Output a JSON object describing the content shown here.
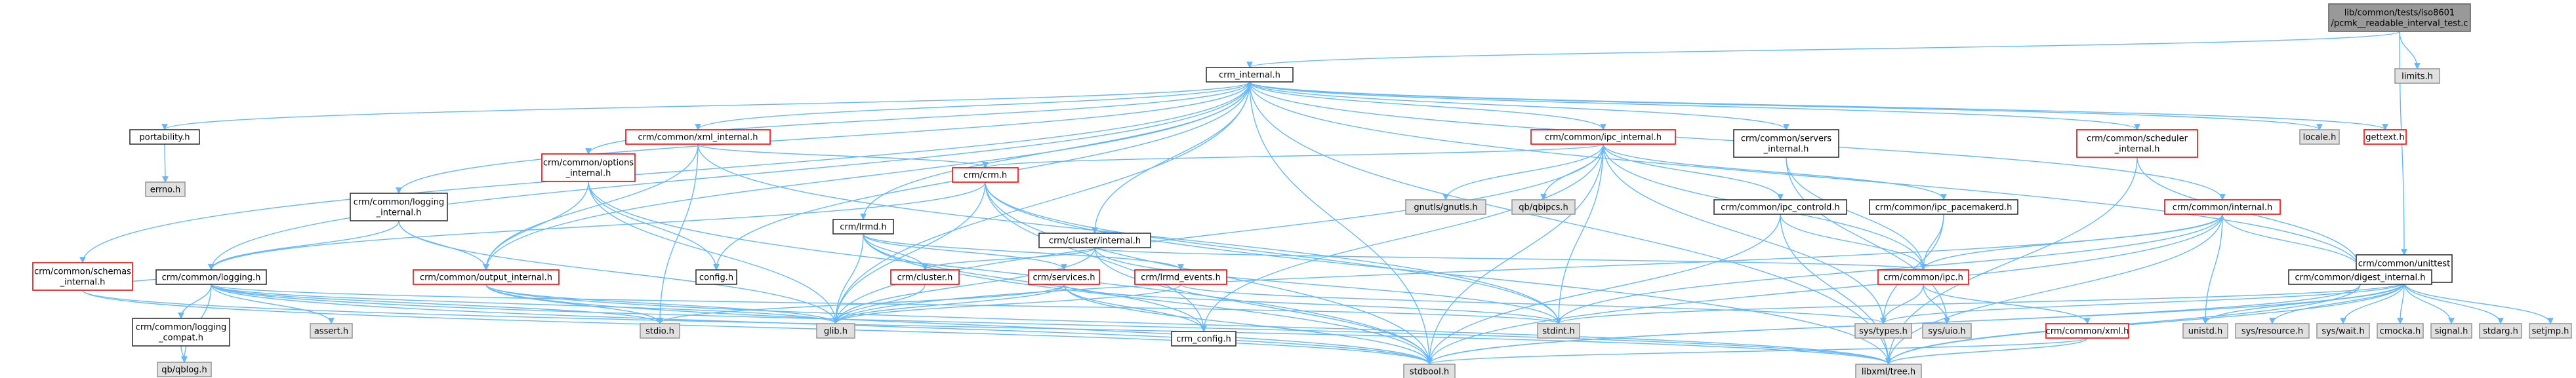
{
  "diagram_title": "",
  "colors": {
    "edge": "#63B8FF",
    "root_fill": "#999999",
    "plain_border": "#333333",
    "red_border": "#ff0000",
    "grey_fill": "#e0e0e0"
  },
  "nodes": [
    {
      "id": "root",
      "label": [
        "lib/common/tests/iso8601",
        "/pcmk__readable_interval_test.c"
      ],
      "kind": "root"
    },
    {
      "id": "limits",
      "label": [
        "limits.h"
      ],
      "kind": "grey"
    },
    {
      "id": "crm_internal",
      "label": [
        "crm_internal.h"
      ],
      "kind": "plain"
    },
    {
      "id": "unittest_internal",
      "label": [
        "crm/common/unittest",
        "_internal.h"
      ],
      "kind": "plain"
    },
    {
      "id": "portability",
      "label": [
        "portability.h"
      ],
      "kind": "plain"
    },
    {
      "id": "errno",
      "label": [
        "errno.h"
      ],
      "kind": "grey"
    },
    {
      "id": "xml_internal",
      "label": [
        "crm/common/xml_internal.h"
      ],
      "kind": "red"
    },
    {
      "id": "options_internal",
      "label": [
        "crm/common/options",
        "_internal.h"
      ],
      "kind": "red"
    },
    {
      "id": "logging_internal",
      "label": [
        "crm/common/logging",
        "_internal.h"
      ],
      "kind": "plain"
    },
    {
      "id": "schemas_internal",
      "label": [
        "crm/common/schemas",
        "_internal.h"
      ],
      "kind": "red"
    },
    {
      "id": "ipc_internal",
      "label": [
        "crm/common/ipc_internal.h"
      ],
      "kind": "red"
    },
    {
      "id": "servers_internal",
      "label": [
        "crm/common/servers",
        "_internal.h"
      ],
      "kind": "plain"
    },
    {
      "id": "scheduler_internal",
      "label": [
        "crm/common/scheduler",
        "_internal.h"
      ],
      "kind": "red"
    },
    {
      "id": "locale",
      "label": [
        "locale.h"
      ],
      "kind": "grey"
    },
    {
      "id": "gettext",
      "label": [
        "gettext.h"
      ],
      "kind": "red"
    },
    {
      "id": "gnutls",
      "label": [
        "gnutls/gnutls.h"
      ],
      "kind": "grey"
    },
    {
      "id": "qbipcs",
      "label": [
        "qb/qbipcs.h"
      ],
      "kind": "grey"
    },
    {
      "id": "crm_h",
      "label": [
        "crm/crm.h"
      ],
      "kind": "red"
    },
    {
      "id": "lrmd",
      "label": [
        "crm/lrmd.h"
      ],
      "kind": "plain"
    },
    {
      "id": "cluster_internal",
      "label": [
        "crm/cluster/internal.h"
      ],
      "kind": "plain"
    },
    {
      "id": "ipc_controld",
      "label": [
        "crm/common/ipc_controld.h"
      ],
      "kind": "plain"
    },
    {
      "id": "ipc_pacemakerd",
      "label": [
        "crm/common/ipc_pacemakerd.h"
      ],
      "kind": "plain"
    },
    {
      "id": "common_internal",
      "label": [
        "crm/common/internal.h"
      ],
      "kind": "red"
    },
    {
      "id": "logging_h",
      "label": [
        "crm/common/logging.h"
      ],
      "kind": "plain"
    },
    {
      "id": "output_internal",
      "label": [
        "crm/common/output_internal.h"
      ],
      "kind": "red"
    },
    {
      "id": "config",
      "label": [
        "config.h"
      ],
      "kind": "plain"
    },
    {
      "id": "cluster_h",
      "label": [
        "crm/cluster.h"
      ],
      "kind": "red"
    },
    {
      "id": "services",
      "label": [
        "crm/services.h"
      ],
      "kind": "red"
    },
    {
      "id": "lrmd_events",
      "label": [
        "crm/lrmd_events.h"
      ],
      "kind": "red"
    },
    {
      "id": "ipc_h",
      "label": [
        "crm/common/ipc.h"
      ],
      "kind": "red"
    },
    {
      "id": "digest_internal",
      "label": [
        "crm/common/digest_internal.h"
      ],
      "kind": "plain"
    },
    {
      "id": "logging_compat",
      "label": [
        "crm/common/logging",
        "_compat.h"
      ],
      "kind": "plain"
    },
    {
      "id": "assert",
      "label": [
        "assert.h"
      ],
      "kind": "grey"
    },
    {
      "id": "stdio",
      "label": [
        "stdio.h"
      ],
      "kind": "grey"
    },
    {
      "id": "glib",
      "label": [
        "glib.h"
      ],
      "kind": "grey"
    },
    {
      "id": "crm_config",
      "label": [
        "crm_config.h"
      ],
      "kind": "plain"
    },
    {
      "id": "stdint",
      "label": [
        "stdint.h"
      ],
      "kind": "grey"
    },
    {
      "id": "systypes",
      "label": [
        "sys/types.h"
      ],
      "kind": "grey"
    },
    {
      "id": "sysuio",
      "label": [
        "sys/uio.h"
      ],
      "kind": "grey"
    },
    {
      "id": "xml_h",
      "label": [
        "crm/common/xml.h"
      ],
      "kind": "red"
    },
    {
      "id": "unistd",
      "label": [
        "unistd.h"
      ],
      "kind": "grey"
    },
    {
      "id": "sysresource",
      "label": [
        "sys/resource.h"
      ],
      "kind": "grey"
    },
    {
      "id": "syswait",
      "label": [
        "sys/wait.h"
      ],
      "kind": "grey"
    },
    {
      "id": "cmocka",
      "label": [
        "cmocka.h"
      ],
      "kind": "grey"
    },
    {
      "id": "signal",
      "label": [
        "signal.h"
      ],
      "kind": "grey"
    },
    {
      "id": "stdarg",
      "label": [
        "stdarg.h"
      ],
      "kind": "grey"
    },
    {
      "id": "setjmp",
      "label": [
        "setjmp.h"
      ],
      "kind": "grey"
    },
    {
      "id": "qblog",
      "label": [
        "qb/qblog.h"
      ],
      "kind": "grey"
    },
    {
      "id": "stdbool",
      "label": [
        "stdbool.h"
      ],
      "kind": "grey"
    },
    {
      "id": "libxml",
      "label": [
        "libxml/tree.h"
      ],
      "kind": "grey"
    }
  ],
  "edges": [
    [
      "root",
      "limits"
    ],
    [
      "root",
      "crm_internal"
    ],
    [
      "root",
      "unittest_internal"
    ],
    [
      "crm_internal",
      "portability"
    ],
    [
      "crm_internal",
      "xml_internal"
    ],
    [
      "crm_internal",
      "options_internal"
    ],
    [
      "crm_internal",
      "logging_internal"
    ],
    [
      "crm_internal",
      "schemas_internal"
    ],
    [
      "crm_internal",
      "ipc_internal"
    ],
    [
      "crm_internal",
      "servers_internal"
    ],
    [
      "crm_internal",
      "scheduler_internal"
    ],
    [
      "crm_internal",
      "locale"
    ],
    [
      "crm_internal",
      "gettext"
    ],
    [
      "crm_internal",
      "lrmd"
    ],
    [
      "crm_internal",
      "cluster_internal"
    ],
    [
      "crm_internal",
      "common_internal"
    ],
    [
      "crm_internal",
      "logging_h"
    ],
    [
      "crm_internal",
      "output_internal"
    ],
    [
      "crm_internal",
      "config"
    ],
    [
      "crm_internal",
      "glib"
    ],
    [
      "crm_internal",
      "stdbool"
    ],
    [
      "crm_internal",
      "libxml"
    ],
    [
      "crm_internal",
      "digest_internal"
    ],
    [
      "portability",
      "errno"
    ],
    [
      "xml_internal",
      "crm_h"
    ],
    [
      "xml_internal",
      "output_internal"
    ],
    [
      "xml_internal",
      "stdio"
    ],
    [
      "xml_internal",
      "stdint"
    ],
    [
      "options_internal",
      "output_internal"
    ],
    [
      "options_internal",
      "config"
    ],
    [
      "options_internal",
      "glib"
    ],
    [
      "options_internal",
      "stdbool"
    ],
    [
      "logging_internal",
      "logging_h"
    ],
    [
      "logging_internal",
      "output_internal"
    ],
    [
      "logging_internal",
      "glib"
    ],
    [
      "schemas_internal",
      "logging_h"
    ],
    [
      "schemas_internal",
      "stdbool"
    ],
    [
      "schemas_internal",
      "libxml"
    ],
    [
      "ipc_internal",
      "gnutls"
    ],
    [
      "ipc_internal",
      "qbipcs"
    ],
    [
      "ipc_internal",
      "crm_h"
    ],
    [
      "ipc_internal",
      "ipc_controld"
    ],
    [
      "ipc_internal",
      "ipc_pacemakerd"
    ],
    [
      "ipc_internal",
      "ipc_h"
    ],
    [
      "ipc_internal",
      "glib"
    ],
    [
      "ipc_internal",
      "stdint"
    ],
    [
      "ipc_internal",
      "systypes"
    ],
    [
      "ipc_internal",
      "stdbool"
    ],
    [
      "ipc_internal",
      "crm_config"
    ],
    [
      "servers_internal",
      "ipc_h"
    ],
    [
      "servers_internal",
      "sysuio"
    ],
    [
      "scheduler_internal",
      "digest_internal"
    ],
    [
      "scheduler_internal",
      "libxml"
    ],
    [
      "crm_h",
      "logging_h"
    ],
    [
      "crm_h",
      "glib"
    ],
    [
      "crm_h",
      "crm_config"
    ],
    [
      "crm_h",
      "stdbool"
    ],
    [
      "crm_h",
      "libxml"
    ],
    [
      "crm_h",
      "stdint"
    ],
    [
      "lrmd",
      "cluster_h"
    ],
    [
      "lrmd",
      "services"
    ],
    [
      "lrmd",
      "lrmd_events"
    ],
    [
      "lrmd",
      "glib"
    ],
    [
      "lrmd",
      "stdbool"
    ],
    [
      "lrmd",
      "crm_config"
    ],
    [
      "cluster_internal",
      "cluster_h"
    ],
    [
      "cluster_internal",
      "glib"
    ],
    [
      "cluster_internal",
      "stdint"
    ],
    [
      "cluster_internal",
      "ipc_h"
    ],
    [
      "cluster_internal",
      "stdbool"
    ],
    [
      "ipc_controld",
      "ipc_h"
    ],
    [
      "ipc_controld",
      "stdbool"
    ],
    [
      "ipc_controld",
      "libxml"
    ],
    [
      "ipc_pacemakerd",
      "ipc_h"
    ],
    [
      "ipc_pacemakerd",
      "systypes"
    ],
    [
      "common_internal",
      "ipc_h"
    ],
    [
      "common_internal",
      "digest_internal"
    ],
    [
      "common_internal",
      "unistd"
    ],
    [
      "common_internal",
      "glib"
    ],
    [
      "common_internal",
      "stdint"
    ],
    [
      "common_internal",
      "libxml"
    ],
    [
      "common_internal",
      "stdbool"
    ],
    [
      "logging_h",
      "logging_compat"
    ],
    [
      "logging_h",
      "assert"
    ],
    [
      "logging_h",
      "stdio"
    ],
    [
      "logging_h",
      "glib"
    ],
    [
      "logging_h",
      "qblog"
    ],
    [
      "logging_h",
      "stdint"
    ],
    [
      "logging_h",
      "stdbool"
    ],
    [
      "logging_h",
      "libxml"
    ],
    [
      "output_internal",
      "stdio"
    ],
    [
      "output_internal",
      "glib"
    ],
    [
      "output_internal",
      "libxml"
    ],
    [
      "output_internal",
      "stdbool"
    ],
    [
      "cluster_h",
      "glib"
    ],
    [
      "services",
      "glib"
    ],
    [
      "services",
      "stdio"
    ],
    [
      "services",
      "stdint"
    ],
    [
      "services",
      "stdbool"
    ],
    [
      "services",
      "crm_config"
    ],
    [
      "lrmd_events",
      "glib"
    ],
    [
      "lrmd_events",
      "systypes"
    ],
    [
      "ipc_h",
      "sysuio"
    ],
    [
      "ipc_h",
      "systypes"
    ],
    [
      "ipc_h",
      "xml_h"
    ],
    [
      "digest_internal",
      "libxml"
    ],
    [
      "digest_internal",
      "stdbool"
    ],
    [
      "logging_compat",
      "qblog"
    ],
    [
      "xml_h",
      "stdbool"
    ],
    [
      "xml_h",
      "libxml"
    ],
    [
      "unittest_internal",
      "systypes"
    ],
    [
      "unittest_internal",
      "sysresource"
    ],
    [
      "unittest_internal",
      "syswait"
    ],
    [
      "unittest_internal",
      "unistd"
    ],
    [
      "unittest_internal",
      "cmocka"
    ],
    [
      "unittest_internal",
      "signal"
    ],
    [
      "unittest_internal",
      "stdarg"
    ],
    [
      "unittest_internal",
      "setjmp"
    ],
    [
      "unittest_internal",
      "stdint"
    ],
    [
      "unittest_internal",
      "stdbool"
    ],
    [
      "unittest_internal",
      "libxml"
    ]
  ]
}
